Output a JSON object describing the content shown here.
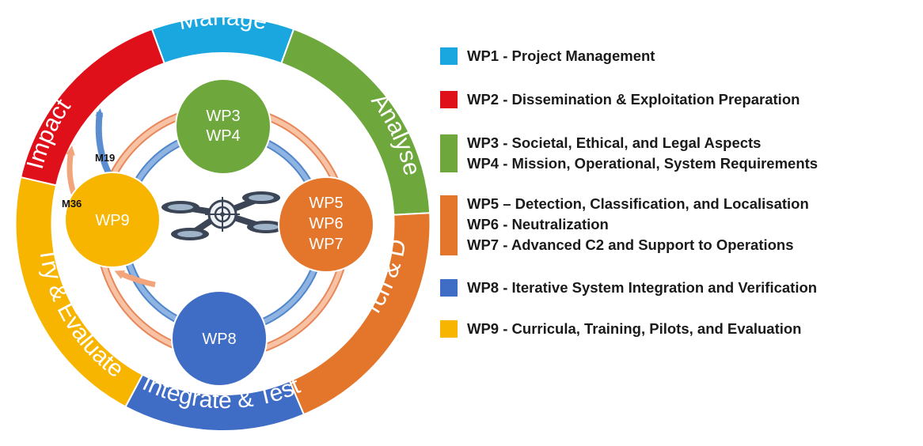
{
  "ring": {
    "segments": [
      {
        "label": "Manage",
        "color": "#1aa7e0"
      },
      {
        "label": "Analyse",
        "color": "#6ea83d"
      },
      {
        "label": "Research & Develop",
        "color": "#e4762c"
      },
      {
        "label": "Integrate & Test",
        "color": "#3f6cc4"
      },
      {
        "label": "Try & Evaluate",
        "color": "#f7b500"
      },
      {
        "label": "Impact",
        "color": "#e0101a"
      }
    ]
  },
  "nodes": {
    "wp34": {
      "lines": [
        "WP3",
        "WP4"
      ],
      "color": "#6ea83d"
    },
    "wp567": {
      "lines": [
        "WP5",
        "WP6",
        "WP7"
      ],
      "color": "#e4762c"
    },
    "wp8": {
      "lines": [
        "WP8"
      ],
      "color": "#3f6cc4"
    },
    "wp9": {
      "lines": [
        "WP9"
      ],
      "color": "#f7b500"
    }
  },
  "milestones": {
    "m19": "M19",
    "m36": "M36"
  },
  "legend": [
    {
      "color": "#1aa7e0",
      "lines": [
        "WP1 - Project Management"
      ]
    },
    {
      "color": "#e0101a",
      "lines": [
        "WP2 - Dissemination & Exploitation Preparation"
      ]
    },
    {
      "color": "#6ea83d",
      "lines": [
        "WP3 - Societal, Ethical, and Legal Aspects",
        "WP4 - Mission, Operational, System Requirements"
      ]
    },
    {
      "color": "#e4762c",
      "lines": [
        "WP5 – Detection, Classification, and Localisation",
        "WP6 - Neutralization",
        "WP7 - Advanced C2 and Support to Operations"
      ]
    },
    {
      "color": "#3f6cc4",
      "lines": [
        "WP8 - Iterative System Integration and Verification"
      ]
    },
    {
      "color": "#f7b500",
      "lines": [
        "WP9 - Curricula, Training, Pilots, and Evaluation"
      ]
    }
  ]
}
